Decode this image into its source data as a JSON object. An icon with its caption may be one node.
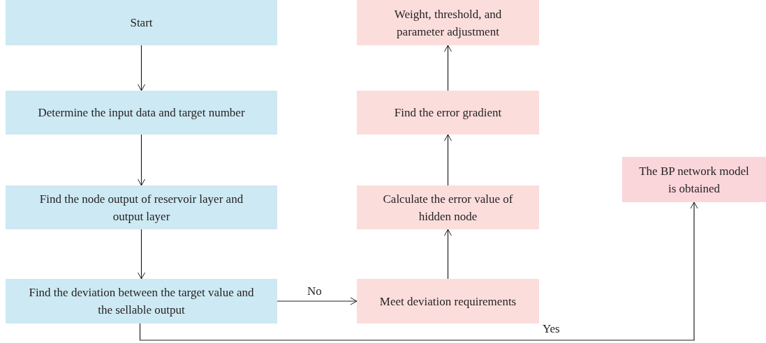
{
  "diagram": {
    "nodes": [
      {
        "text": [
          "Start"
        ]
      },
      {
        "text": [
          "Determine the input data and target number"
        ]
      },
      {
        "text": [
          "Find the node output of reservoir layer and output layer"
        ]
      },
      {
        "text": [
          "Find the deviation between the target value and the sellable output"
        ]
      },
      {
        "text": [
          "Weight, threshold, and parameter adjustment"
        ]
      },
      {
        "text": [
          "Find the error gradient"
        ]
      },
      {
        "text": [
          "Calculate the error value of hidden node"
        ]
      },
      {
        "text": [
          "Meet deviation requirements"
        ]
      },
      {
        "text": [
          "The BP network model is obtained"
        ]
      }
    ],
    "edges": [
      {
        "from": 0,
        "to": 1,
        "arrow": "to"
      },
      {
        "from": 1,
        "to": 2,
        "arrow": "to"
      },
      {
        "from": 2,
        "to": 3,
        "arrow": "to"
      },
      {
        "from": 3,
        "to": 7,
        "arrow": "to",
        "label": "No"
      },
      {
        "from": 7,
        "to": 6,
        "arrow": "to"
      },
      {
        "from": 6,
        "to": 5,
        "arrow": "to"
      },
      {
        "from": 5,
        "to": 4,
        "arrow": "to"
      },
      {
        "from": 3,
        "to": 8,
        "arrow": "to",
        "label": "Yes"
      }
    ]
  }
}
